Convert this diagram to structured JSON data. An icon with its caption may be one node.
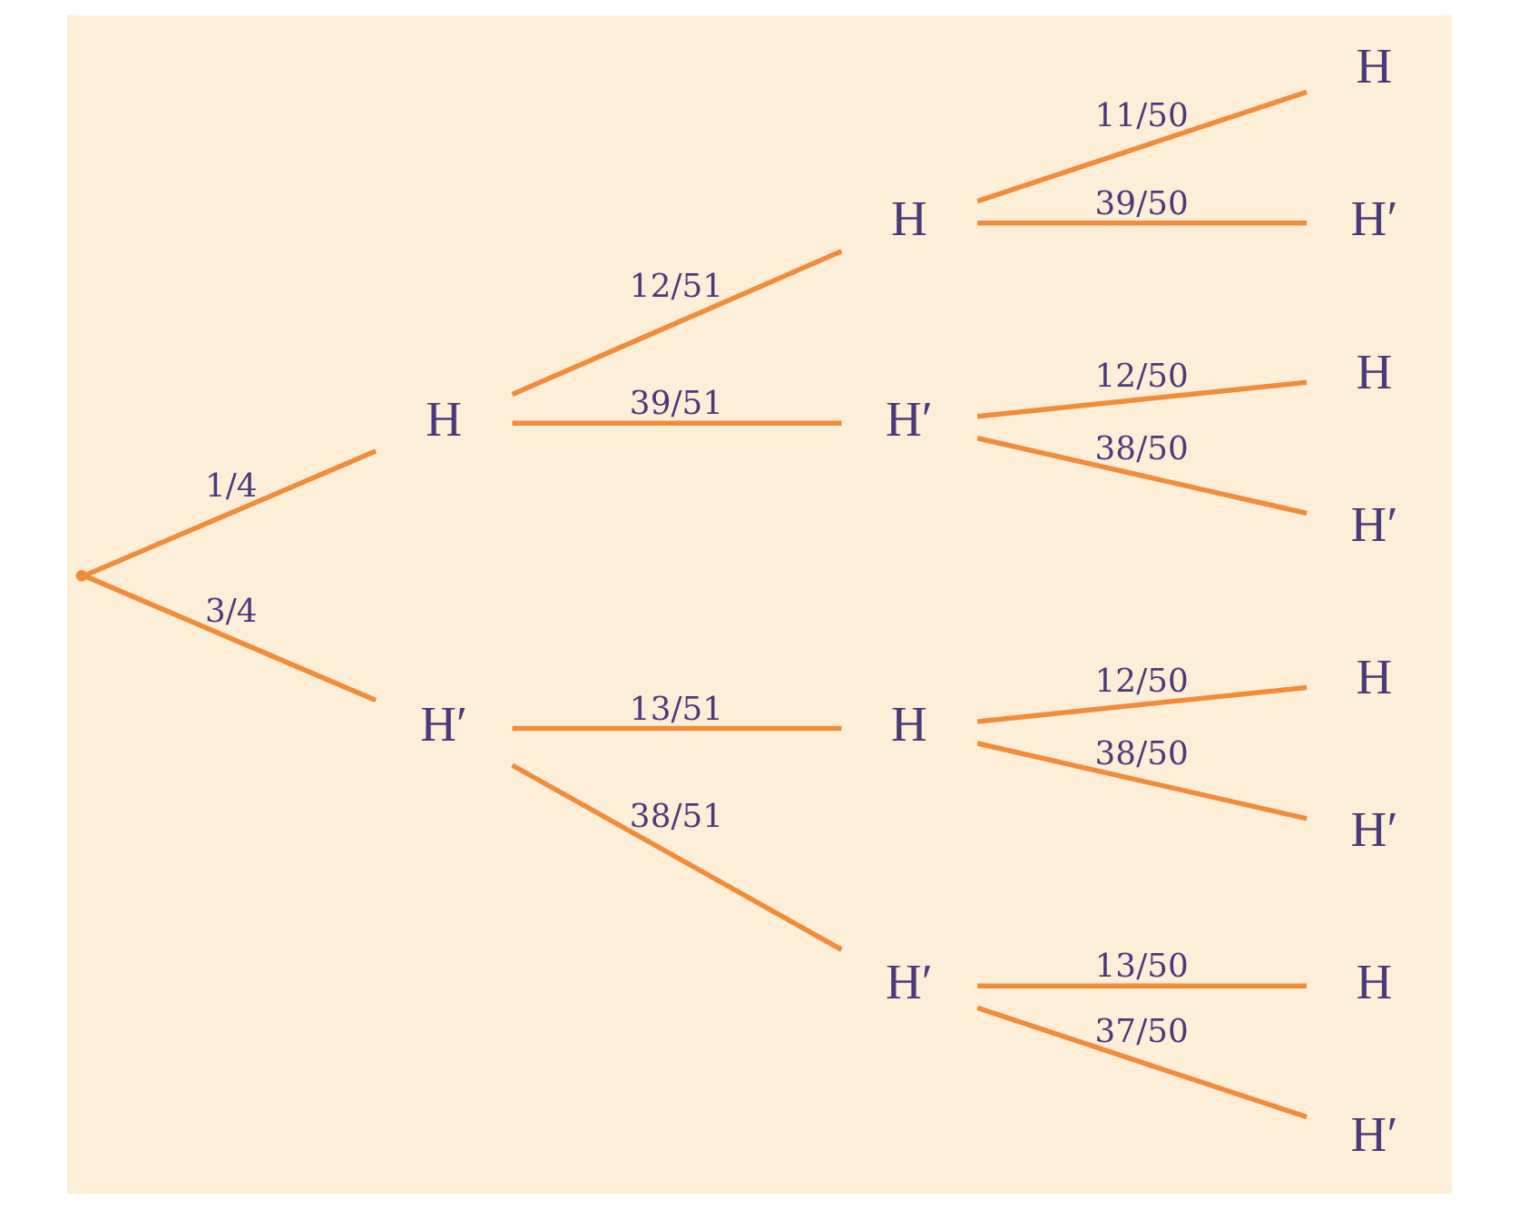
{
  "diagram": {
    "nodes": [
      {
        "text": [],
        "shape": "point"
      },
      {
        "text": [
          "H"
        ]
      },
      {
        "text": [
          "H′"
        ]
      },
      {
        "text": [
          "H"
        ]
      },
      {
        "text": [
          "H′"
        ]
      },
      {
        "text": [
          "H"
        ]
      },
      {
        "text": [
          "H′"
        ]
      },
      {
        "text": [
          "H"
        ]
      },
      {
        "text": [
          "H′"
        ]
      },
      {
        "text": [
          "H"
        ]
      },
      {
        "text": [
          "H′"
        ]
      },
      {
        "text": [
          "H"
        ]
      },
      {
        "text": [
          "H′"
        ]
      },
      {
        "text": [
          "H"
        ]
      },
      {
        "text": [
          "H′"
        ]
      }
    ],
    "edges": [
      {
        "from": 0,
        "to": 1,
        "arrow": "none",
        "label": "1/4"
      },
      {
        "from": 0,
        "to": 2,
        "arrow": "none",
        "label": "3/4"
      },
      {
        "from": 1,
        "to": 3,
        "arrow": "none",
        "label": "12/51"
      },
      {
        "from": 1,
        "to": 4,
        "arrow": "none",
        "label": "39/51"
      },
      {
        "from": 2,
        "to": 5,
        "arrow": "none",
        "label": "13/51"
      },
      {
        "from": 2,
        "to": 6,
        "arrow": "none",
        "label": "38/51"
      },
      {
        "from": 3,
        "to": 7,
        "arrow": "none",
        "label": "11/50"
      },
      {
        "from": 3,
        "to": 8,
        "arrow": "none",
        "label": "39/50"
      },
      {
        "from": 4,
        "to": 9,
        "arrow": "none",
        "label": "12/50"
      },
      {
        "from": 4,
        "to": 10,
        "arrow": "none",
        "label": "38/50"
      },
      {
        "from": 5,
        "to": 11,
        "arrow": "none",
        "label": "12/50"
      },
      {
        "from": 5,
        "to": 12,
        "arrow": "none",
        "label": "38/50"
      },
      {
        "from": 6,
        "to": 13,
        "arrow": "none",
        "label": "13/50"
      },
      {
        "from": 6,
        "to": 14,
        "arrow": "none",
        "label": "37/50"
      }
    ]
  }
}
